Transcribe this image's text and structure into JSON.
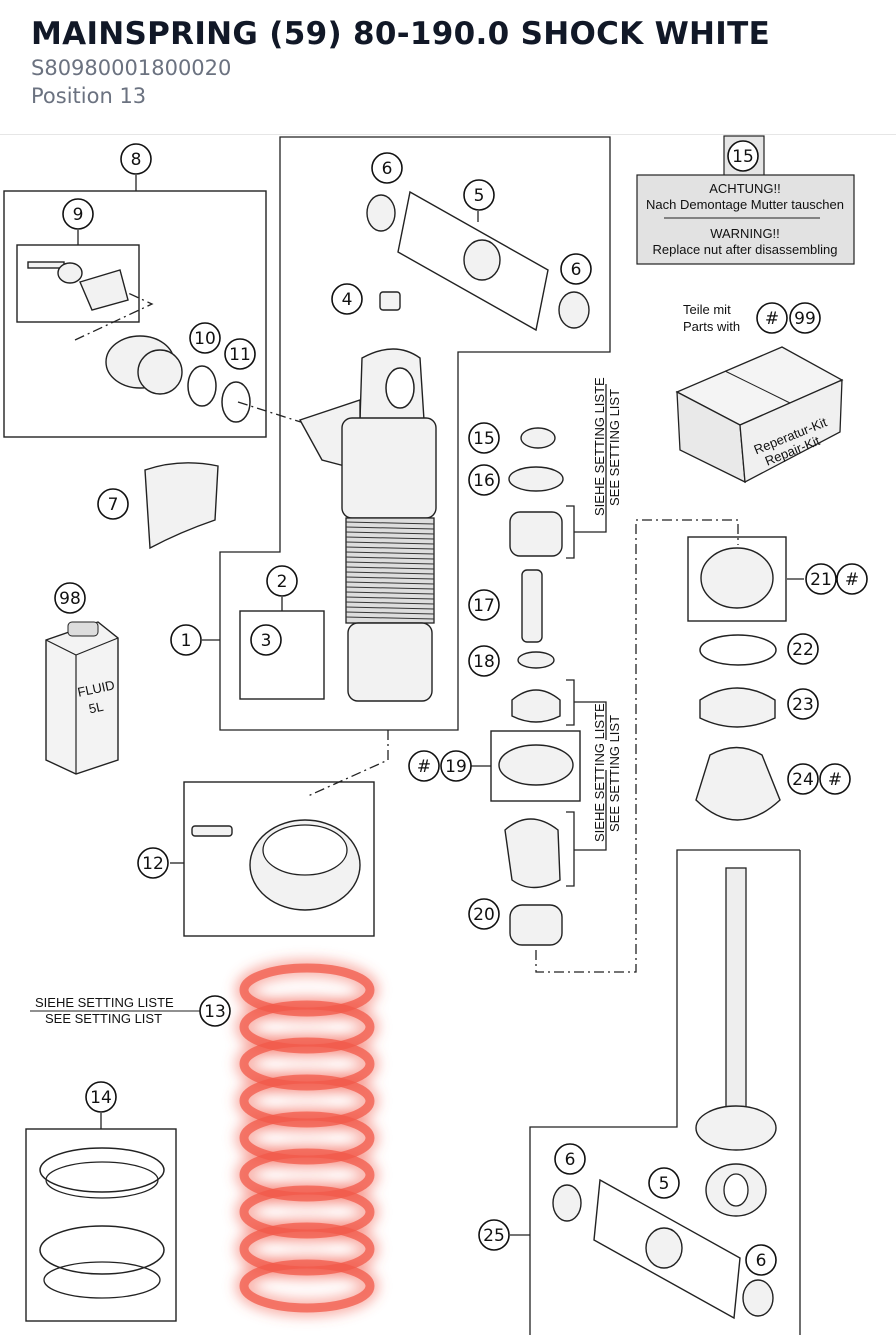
{
  "header": {
    "title": "MAINSPRING (59) 80-190.0 SHOCK WHITE",
    "part_number": "S80980001800020",
    "position": "Position 13"
  },
  "diagram": {
    "highlight_color": "#f25a4a",
    "warning_box": {
      "line1": "ACHTUNG!!",
      "line2": "Nach Demontage Mutter tauschen",
      "line3": "WARNING!!",
      "line4": "Replace nut after disassembling"
    },
    "parts_with": {
      "line1": "Teile mit",
      "line2": "Parts with"
    },
    "repair_kit": {
      "line1": "Reperatur-Kit",
      "line2": "Repair-Kit"
    },
    "fluid_can": {
      "line1": "FLUID",
      "line2": "5L"
    },
    "setting_list": {
      "de": "SIEHE SETTING LISTE",
      "en": "SEE SETTING LIST"
    },
    "callouts": {
      "c1": "1",
      "c2": "2",
      "c3": "3",
      "c4": "4",
      "c5a": "5",
      "c5b": "5",
      "c6a": "6",
      "c6b": "6",
      "c6c": "6",
      "c6d": "6",
      "c7": "7",
      "c8": "8",
      "c9": "9",
      "c10": "10",
      "c11": "11",
      "c12": "12",
      "c13": "13",
      "c14": "14",
      "c15a": "15",
      "c15b": "15",
      "c16": "16",
      "c17": "17",
      "c18": "18",
      "c19": "19",
      "c19h": "#",
      "c20": "20",
      "c21": "21",
      "c21h": "#",
      "c22": "22",
      "c23": "23",
      "c24": "24",
      "c24h": "#",
      "c25": "25",
      "c98": "98",
      "c99h": "#",
      "c99": "99"
    }
  }
}
